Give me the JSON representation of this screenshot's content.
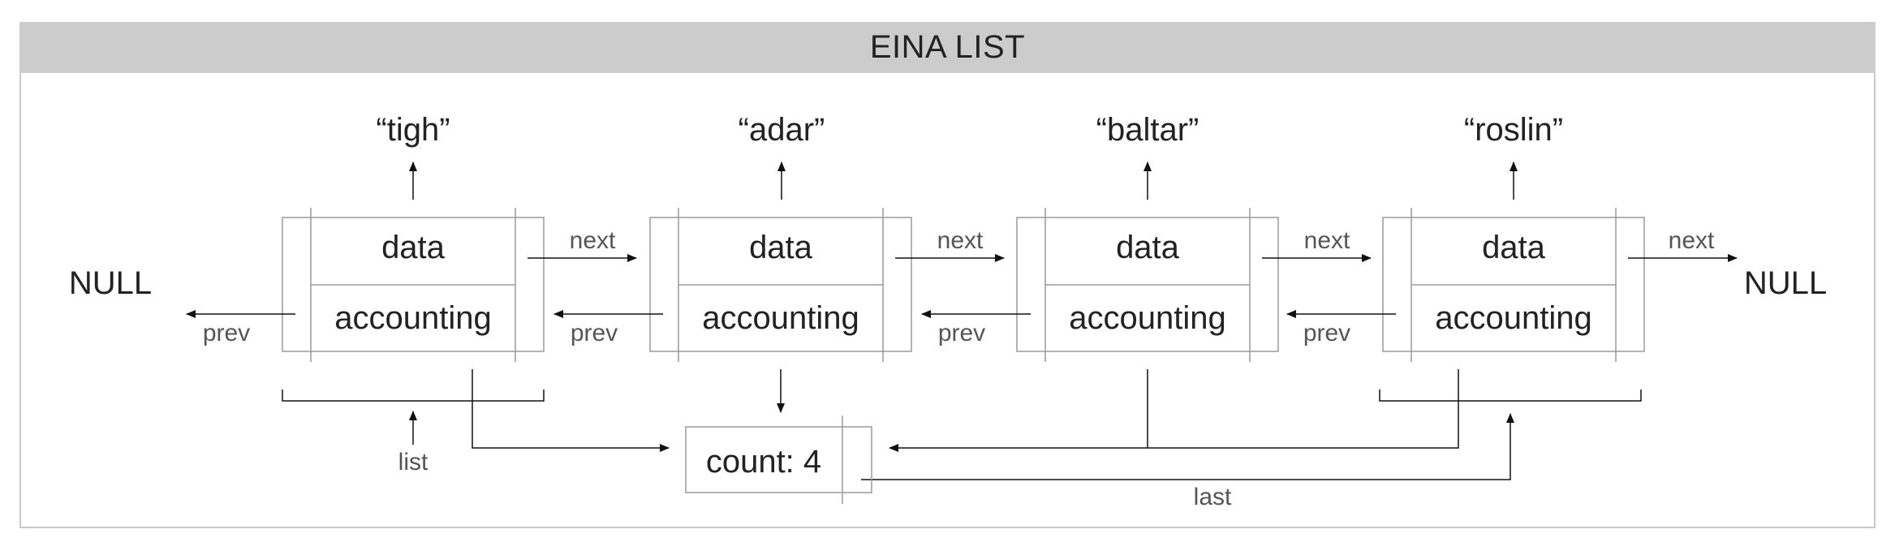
{
  "title": "EINA LIST",
  "null_left": "NULL",
  "null_right": "NULL",
  "node_field_data": "data",
  "node_field_accounting": "accounting",
  "nodes": [
    {
      "value": "“tigh”"
    },
    {
      "value": "“adar”"
    },
    {
      "value": "“baltar”"
    },
    {
      "value": "“roslin”"
    }
  ],
  "link_next": "next",
  "link_prev": "prev",
  "count_label": "count: 4",
  "list_label": "list",
  "last_label": "last",
  "colors": {
    "line": "#9a9a9a",
    "arrow": "#111111",
    "text": "#222222",
    "link_text": "#555555",
    "header_bg": "#cccccc"
  }
}
